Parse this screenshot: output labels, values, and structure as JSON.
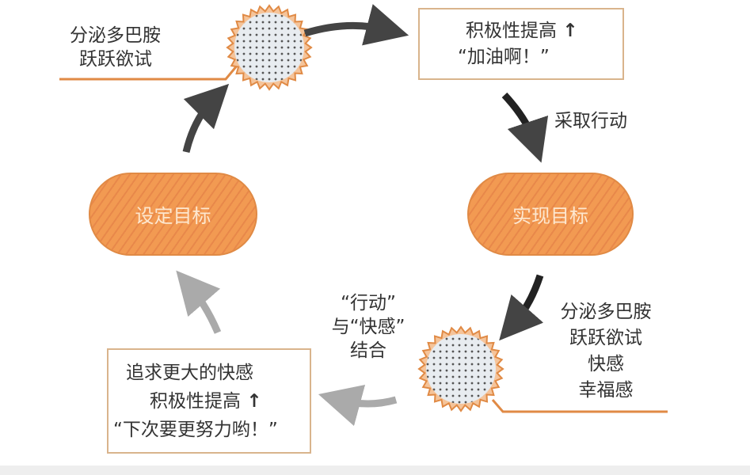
{
  "top_left_text": [
    "分泌多巴胺",
    "跃跃欲试"
  ],
  "top_box": {
    "line1": "积极性提高",
    "arrow": "↑",
    "line2": "“加油啊！”"
  },
  "take_action": "采取行动",
  "pill_left": "设定目标",
  "pill_right": "实现目标",
  "middle_quote": [
    "“行动”",
    "与“快感”",
    "结合"
  ],
  "right_text": [
    "分泌多巴胺",
    "跃跃欲试",
    "快感",
    "幸福感"
  ],
  "bottom_box": {
    "line1": "追求更大的快感",
    "line2": "积极性提高",
    "arrow": "↑",
    "line3": "“下次要更努力哟！”"
  },
  "colors": {
    "orange": "#f29a52",
    "line": "#e08a45",
    "dark_arrow": "#444444",
    "light_arrow": "#aaaaaa"
  }
}
